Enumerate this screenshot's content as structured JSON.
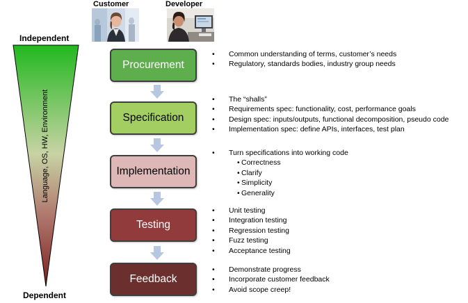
{
  "header": {
    "customer": "Customer",
    "developer": "Developer"
  },
  "scale": {
    "top": "Independent",
    "bottom": "Dependent",
    "axis": "Language, OS, HW, Environment"
  },
  "stages": [
    {
      "label": "Procurement",
      "fill": "#5fae4e",
      "text": "#ffffff",
      "bullets": [
        "Common understanding of terms, customer’s needs",
        "Regulatory, standards bodies, industry group needs"
      ]
    },
    {
      "label": "Specification",
      "fill": "#a3cf62",
      "text": "#000000",
      "bullets": [
        "The “shalls”",
        "Requirements spec: functionality, cost, performance goals",
        "Design spec: inputs/outputs, functional decomposition, pseudo code",
        "Implementation spec: define APIs, interfaces, test plan"
      ]
    },
    {
      "label": "Implementation",
      "fill": "#deb8b7",
      "text": "#000000",
      "bullets": [
        "Turn specifications into working code"
      ],
      "sub_bullets": [
        "Correctness",
        "Clarify",
        "Simplicity",
        "Generality"
      ]
    },
    {
      "label": "Testing",
      "fill": "#923b3c",
      "text": "#ffffff",
      "bullets": [
        "Unit testing",
        "Integration testing",
        "Regression testing",
        "Fuzz testing",
        "Acceptance testing"
      ]
    },
    {
      "label": "Feedback",
      "fill": "#6b2f2d",
      "text": "#ffffff",
      "bullets": [
        "Demonstrate progress",
        "Incorporate customer feedback",
        "Avoid scope creep!"
      ]
    }
  ],
  "bullet_glyph": "•"
}
